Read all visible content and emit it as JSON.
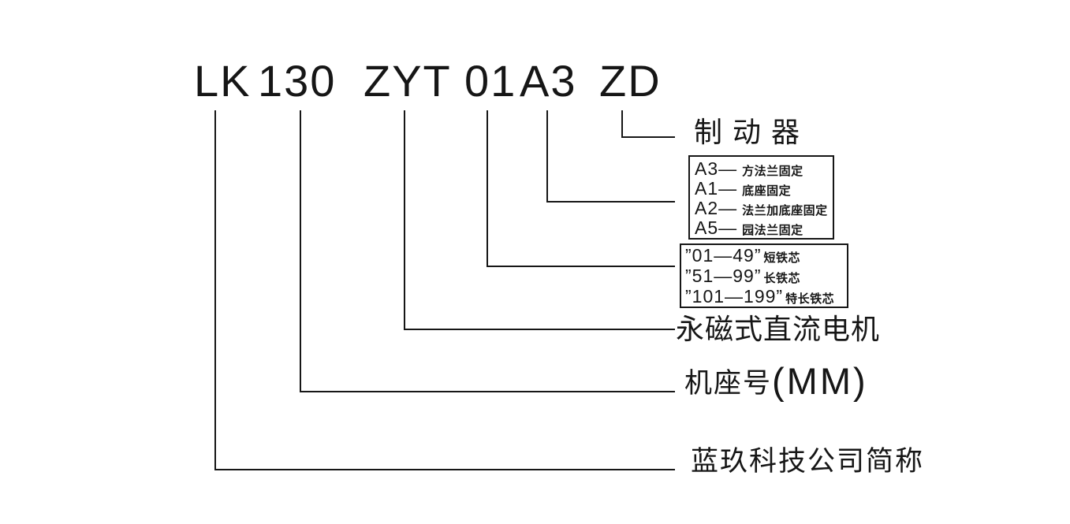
{
  "code": {
    "segments": [
      {
        "text": "LK"
      },
      {
        "text": "130"
      },
      {
        "text": "ZYT"
      },
      {
        "text": "01"
      },
      {
        "text": "A3"
      },
      {
        "text": "ZD"
      }
    ]
  },
  "labels": {
    "brake": "制动器",
    "motor_type": "永磁式直流电机",
    "frame_size_cn": "机座号",
    "frame_size_unit": "(MM)",
    "company": "蓝玖科技公司简称"
  },
  "mounting_box": {
    "rows": [
      {
        "code": "A3—",
        "desc": "方法兰固定"
      },
      {
        "code": "A1—",
        "desc": "底座固定"
      },
      {
        "code": "A2—",
        "desc": "法兰加底座固定"
      },
      {
        "code": "A5—",
        "desc": "园法兰固定"
      }
    ]
  },
  "core_length_box": {
    "rows": [
      {
        "code": "”01—49”",
        "desc": "短铁芯"
      },
      {
        "code": "”51—99”",
        "desc": "长铁芯"
      },
      {
        "code": "”101—199”",
        "desc": "特长铁芯"
      }
    ]
  },
  "colors": {
    "ink": "#161616",
    "background": "#ffffff"
  }
}
